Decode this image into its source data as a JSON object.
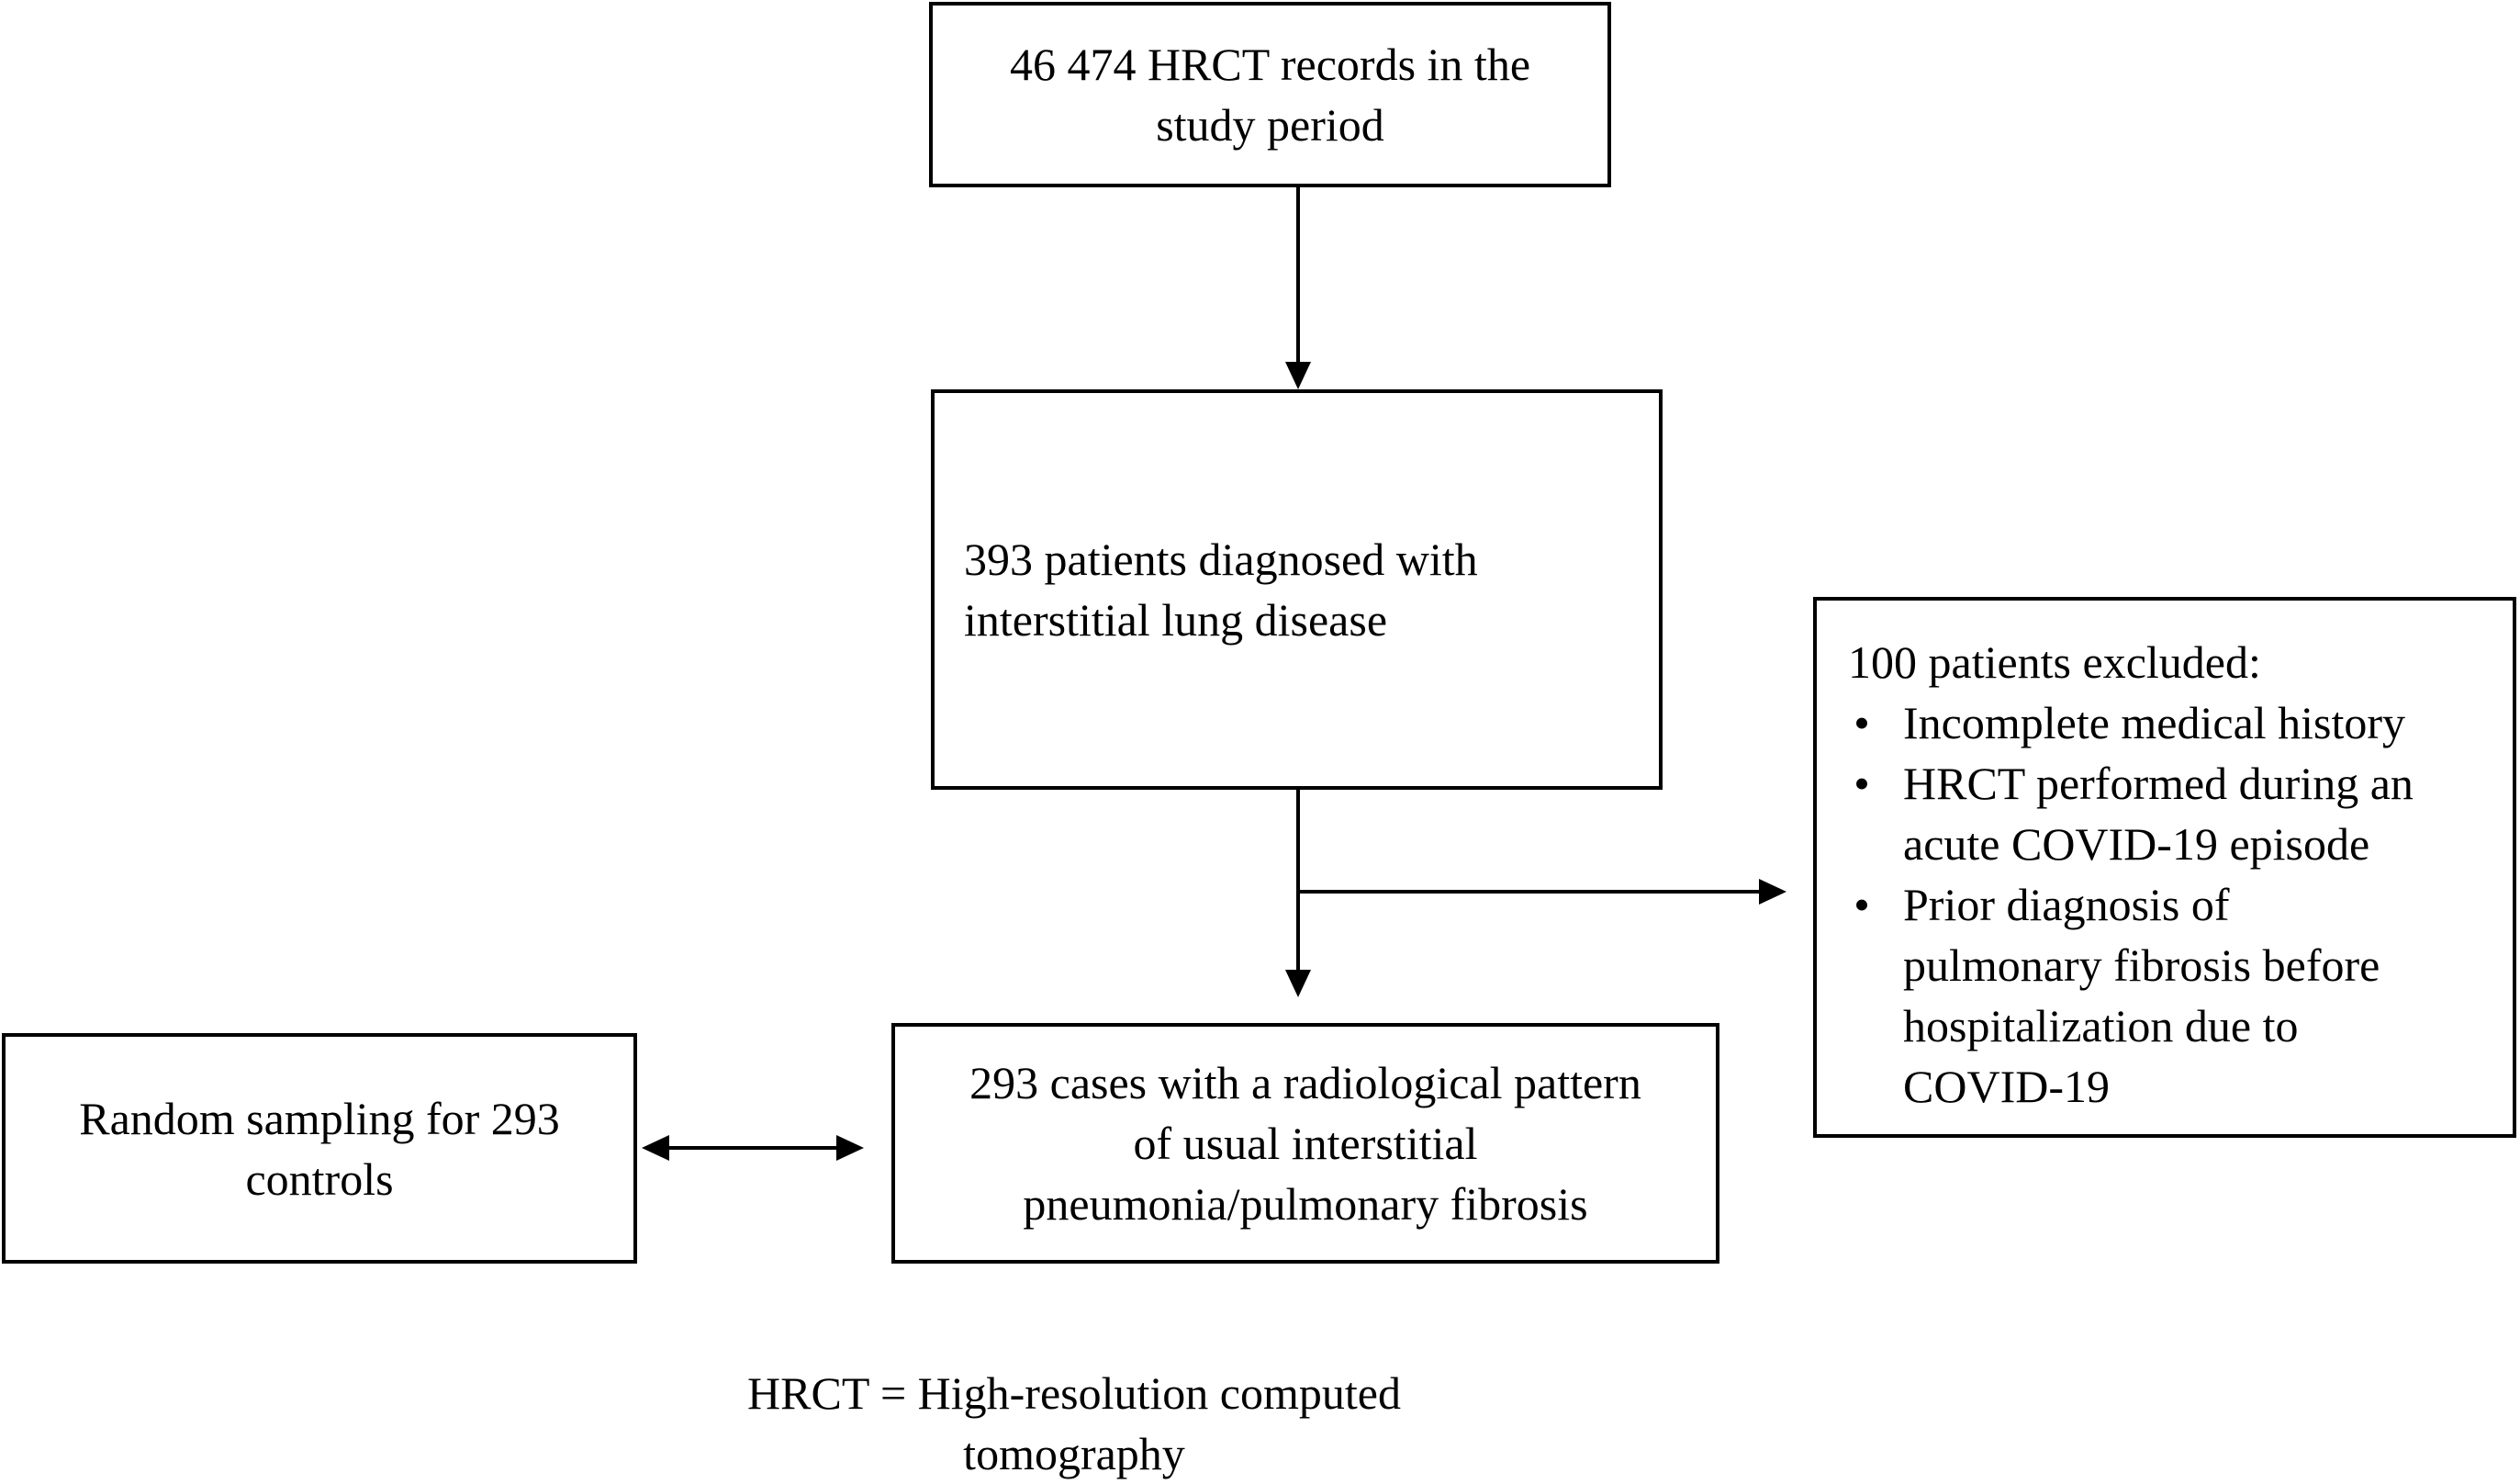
{
  "boxes": {
    "records": {
      "lines": [
        "46 474 HRCT records in the",
        "study period"
      ]
    },
    "ild": {
      "lines": [
        "393 patients diagnosed with",
        "interstitial lung disease"
      ]
    },
    "excluded": {
      "title": "100 patients excluded:",
      "bullet_glyph": "•",
      "items": [
        {
          "lines": [
            "Incomplete medical history"
          ]
        },
        {
          "lines": [
            "HRCT performed during an",
            "acute COVID-19 episode"
          ]
        },
        {
          "lines": [
            "Prior diagnosis of",
            "pulmonary fibrosis before",
            "hospitalization due to",
            "COVID-19"
          ]
        }
      ]
    },
    "cases": {
      "lines": [
        "293 cases with a radiological pattern",
        "of usual interstitial",
        "pneumonia/pulmonary fibrosis"
      ]
    },
    "controls": {
      "lines": [
        "Random sampling for 293",
        "controls"
      ]
    }
  },
  "footnote": {
    "lines": [
      "HRCT = High-resolution computed",
      "tomography"
    ]
  }
}
